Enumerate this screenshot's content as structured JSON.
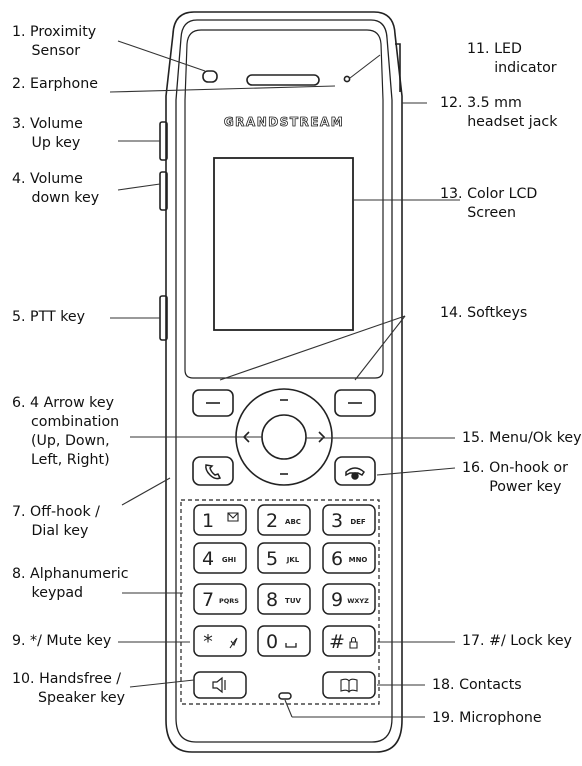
{
  "brand": "GRANDSTREAM",
  "labels_left": [
    {
      "id": "proximity-sensor",
      "lines": [
        "1. Proximity",
        "Sensor"
      ]
    },
    {
      "id": "earphone",
      "lines": [
        "2. Earphone"
      ]
    },
    {
      "id": "volume-up-key",
      "lines": [
        "3. Volume",
        "Up key"
      ]
    },
    {
      "id": "volume-down-key",
      "lines": [
        "4. Volume",
        "down key"
      ]
    },
    {
      "id": "ptt-key",
      "lines": [
        "5. PTT key"
      ]
    },
    {
      "id": "arrow-keys",
      "lines": [
        "6. 4 Arrow key",
        "combination",
        "(Up, Down,",
        "Left, Right)"
      ]
    },
    {
      "id": "off-hook-key",
      "lines": [
        "7. Off-hook /",
        "Dial key"
      ]
    },
    {
      "id": "alphanumeric-keypad",
      "lines": [
        "8. Alphanumeric",
        "keypad"
      ]
    },
    {
      "id": "mute-key",
      "lines": [
        "9. */ Mute key"
      ]
    },
    {
      "id": "handsfree-key",
      "lines": [
        "10. Handsfree /",
        "Speaker key"
      ]
    }
  ],
  "labels_right": [
    {
      "id": "led-indicator",
      "lines": [
        "11. LED",
        "indicator"
      ]
    },
    {
      "id": "headset-jack",
      "lines": [
        "12. 3.5 mm",
        "headset jack"
      ]
    },
    {
      "id": "lcd-screen",
      "lines": [
        "13. Color LCD",
        "Screen"
      ]
    },
    {
      "id": "softkeys",
      "lines": [
        "14. Softkeys"
      ]
    },
    {
      "id": "menu-ok-key",
      "lines": [
        "15. Menu/Ok key"
      ]
    },
    {
      "id": "on-hook-key",
      "lines": [
        "16. On-hook or",
        "Power key"
      ]
    },
    {
      "id": "lock-key",
      "lines": [
        "17. #/ Lock key"
      ]
    },
    {
      "id": "contacts-key",
      "lines": [
        "18. Contacts"
      ]
    },
    {
      "id": "microphone",
      "lines": [
        "19. Microphone"
      ]
    }
  ],
  "keypad": [
    {
      "digit": "1",
      "sub": ""
    },
    {
      "digit": "2",
      "sub": "ABC"
    },
    {
      "digit": "3",
      "sub": "DEF"
    },
    {
      "digit": "4",
      "sub": "GHI"
    },
    {
      "digit": "5",
      "sub": "JKL"
    },
    {
      "digit": "6",
      "sub": "MNO"
    },
    {
      "digit": "7",
      "sub": "PQRS"
    },
    {
      "digit": "8",
      "sub": "TUV"
    },
    {
      "digit": "9",
      "sub": "WXYZ"
    },
    {
      "digit": "*",
      "sub": ""
    },
    {
      "digit": "0",
      "sub": ""
    },
    {
      "digit": "#",
      "sub": ""
    }
  ],
  "icons": [
    "voicemail-icon",
    "mute-icon",
    "space-icon",
    "lock-icon",
    "phone-off-hook-icon",
    "phone-on-hook-icon",
    "speaker-icon",
    "contacts-book-icon"
  ]
}
